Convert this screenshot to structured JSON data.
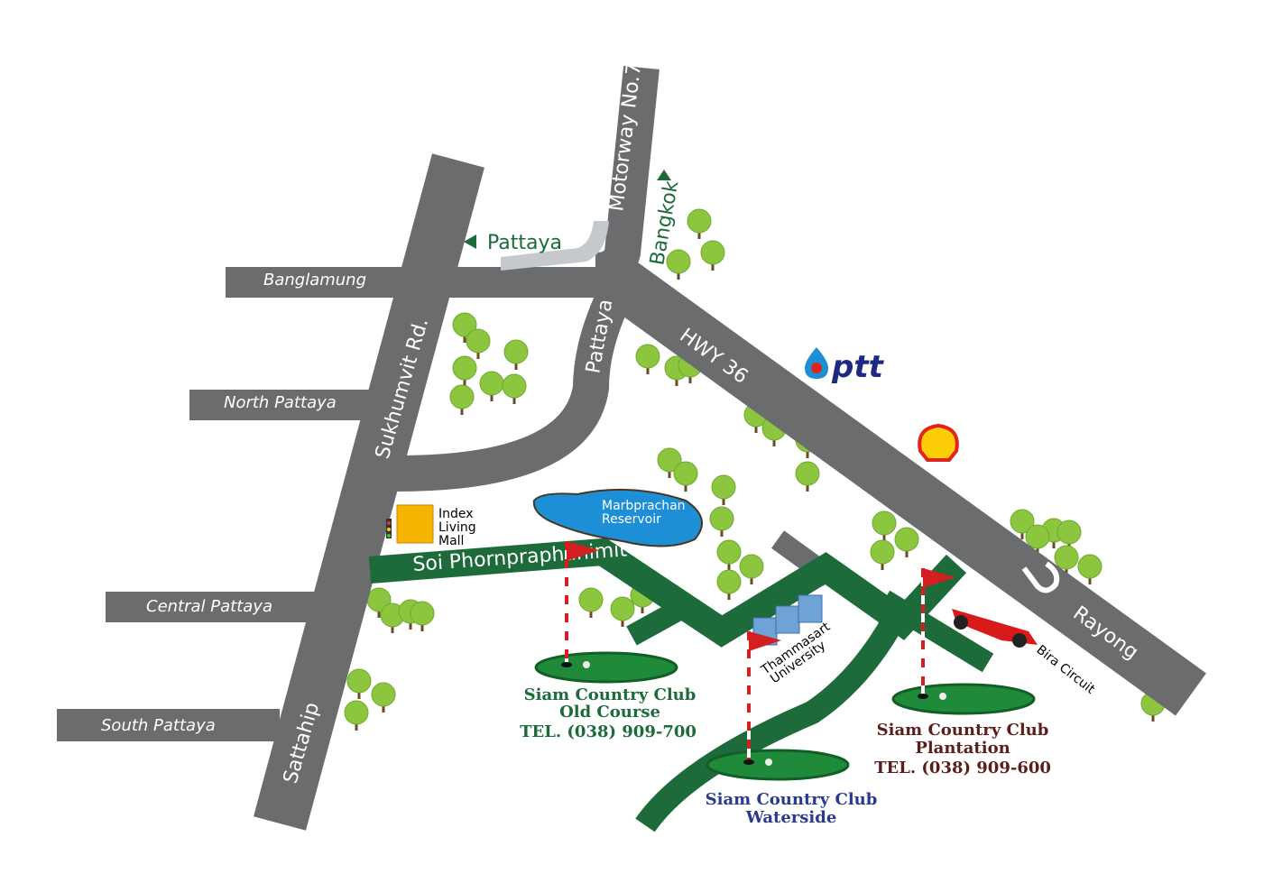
{
  "roads": {
    "sukhumvit": "Sukhumvit Rd.",
    "sattahip": "Sattahip",
    "banglamung": "Banglamung",
    "north_pattaya": "North Pattaya",
    "central_pattaya": "Central Pattaya",
    "south_pattaya": "South Pattaya",
    "motorway": "Motorway No.7",
    "bangkok": "Bangkok",
    "pattaya_direction": "Pattaya",
    "pattaya_road": "Pattaya",
    "hwy36": "HWY 36",
    "rayong": "Rayong",
    "soi": "Soi Phornpraphanimit"
  },
  "landmarks": {
    "mall": [
      "Index",
      "Living",
      "Mall"
    ],
    "reservoir": [
      "Marbprachan",
      "Reservoir"
    ],
    "university": [
      "Thammasart",
      "University"
    ],
    "circuit": "Bira Circuit",
    "ptt_logo": "ptt"
  },
  "clubs": [
    {
      "name": "Siam Country Club",
      "course": "Old Course",
      "tel": "TEL. (038) 909-700",
      "color": "#1d6b3a"
    },
    {
      "name": "Siam Country Club",
      "course": "Waterside",
      "color": "#2a3a8c"
    },
    {
      "name": "Siam Country Club",
      "course": "Plantation",
      "tel": "TEL. (038) 909-600",
      "color": "#5a1f1a"
    }
  ],
  "colors": {
    "road": "#6b6c6e",
    "green_road": "#1d6b3a",
    "tree": "#8cc63f",
    "water": "#1c8fd6"
  }
}
